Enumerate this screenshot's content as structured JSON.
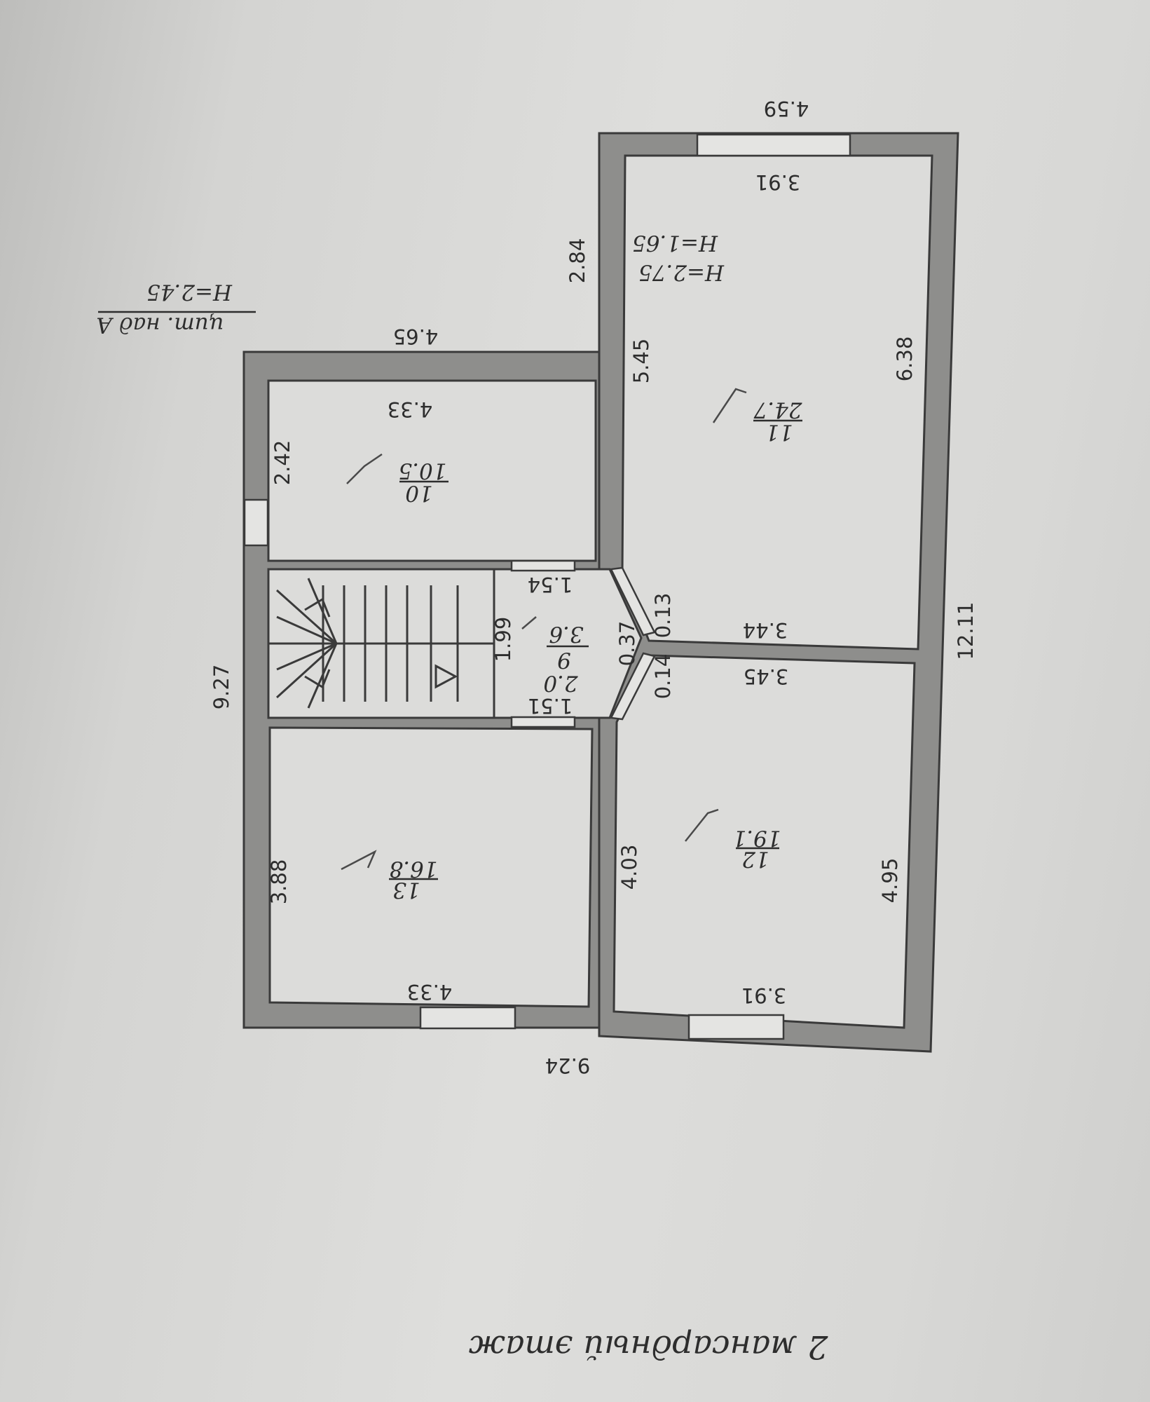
{
  "title": "2 мансардный этаж",
  "annotation": {
    "top": "цит. над А",
    "bottom": "H=2.45"
  },
  "rooms": [
    {
      "number": "10",
      "area": "10.5"
    },
    {
      "number": "11",
      "area": "24.7",
      "heights": [
        "H=2.75",
        "H=1.65"
      ]
    },
    {
      "number": "9",
      "area": "3.6",
      "extra": "2.0"
    },
    {
      "number": "12",
      "area": "19.1"
    },
    {
      "number": "13",
      "area": "16.8"
    }
  ],
  "dimensions": {
    "top_right": "4.59",
    "room11_top": "3.91",
    "left_of_room11": "2.84",
    "top_left": "4.65",
    "room10_top": "4.33",
    "room10_side": "2.42",
    "room11_left": "5.45",
    "room11_right": "6.38",
    "overall_right": "12.11",
    "overall_left": "9.27",
    "stair_top": "1.54",
    "stair_depth": "1.99",
    "stair_bottom": "1.51",
    "corner_a": "0.13",
    "corner_b": "0.37",
    "corner_c": "0.14",
    "room11_bottom": "3.44",
    "room12_top": "3.45",
    "room12_left": "4.03",
    "room12_right": "4.95",
    "room12_bottom": "3.91",
    "room13_left": "3.88",
    "room13_bottom": "4.33",
    "overall_bottom": "9.24"
  }
}
